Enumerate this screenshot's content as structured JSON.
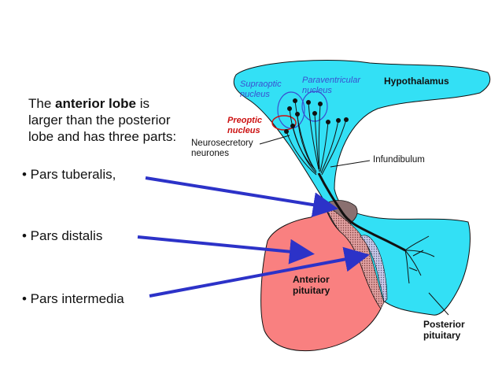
{
  "intro": {
    "prefix": "The ",
    "bold": "anterior lobe",
    "suffix": " is larger than the posterior lobe and has three parts:"
  },
  "bullets": [
    {
      "text": "• Pars tuberalis,"
    },
    {
      "text": "• Pars distalis"
    },
    {
      "text": "• Pars intermedia"
    }
  ],
  "labels": {
    "hypothalamus": "Hypothalamus",
    "supraoptic_1": "Supraoptic",
    "supraoptic_2": "nucleus",
    "paraventricular_1": "Paraventricular",
    "paraventricular_2": "nucleus",
    "preoptic_1": "Preoptic",
    "preoptic_2": "nucleus",
    "neurosecretory_1": "Neurosecretory",
    "neurosecretory_2": "neurones",
    "infundibulum": "Infundibulum",
    "anterior_1": "Anterior",
    "anterior_2": "pituitary",
    "posterior_1": "Posterior",
    "posterior_2": "pituitary"
  },
  "colors": {
    "hypothalamus_fill": "#33e0f5",
    "anterior_fill": "#f98080",
    "tuberalis_fill": "#8a7070",
    "intermedia_fill": "#b8b8d8",
    "arrow": "#2c32c8",
    "nucleus_outline": "#3a4fd0",
    "preoptic_outline": "#cc1111"
  }
}
